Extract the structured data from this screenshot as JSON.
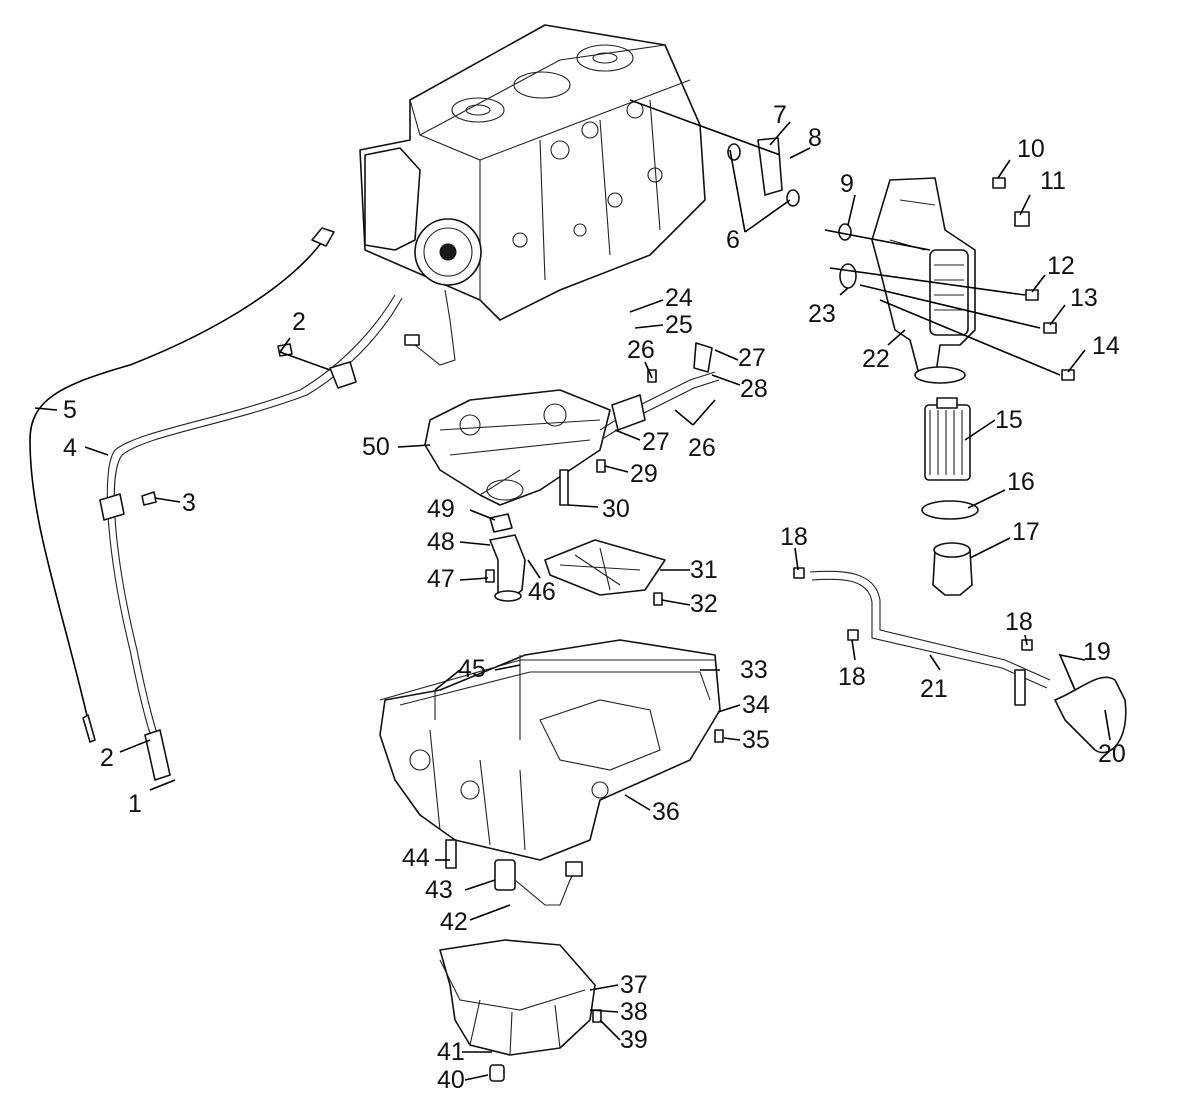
{
  "callouts": [
    {
      "id": "c1",
      "text": "1"
    },
    {
      "id": "c2a",
      "text": "2"
    },
    {
      "id": "c2b",
      "text": "2"
    },
    {
      "id": "c3",
      "text": "3"
    },
    {
      "id": "c4",
      "text": "4"
    },
    {
      "id": "c5",
      "text": "5"
    },
    {
      "id": "c6",
      "text": "6"
    },
    {
      "id": "c7",
      "text": "7"
    },
    {
      "id": "c8",
      "text": "8"
    },
    {
      "id": "c9",
      "text": "9"
    },
    {
      "id": "c10",
      "text": "10"
    },
    {
      "id": "c11",
      "text": "11"
    },
    {
      "id": "c12",
      "text": "12"
    },
    {
      "id": "c13",
      "text": "13"
    },
    {
      "id": "c14",
      "text": "14"
    },
    {
      "id": "c15",
      "text": "15"
    },
    {
      "id": "c16",
      "text": "16"
    },
    {
      "id": "c17",
      "text": "17"
    },
    {
      "id": "c18a",
      "text": "18"
    },
    {
      "id": "c18b",
      "text": "18"
    },
    {
      "id": "c18c",
      "text": "18"
    },
    {
      "id": "c19",
      "text": "19"
    },
    {
      "id": "c20",
      "text": "20"
    },
    {
      "id": "c21",
      "text": "21"
    },
    {
      "id": "c22",
      "text": "22"
    },
    {
      "id": "c23",
      "text": "23"
    },
    {
      "id": "c24",
      "text": "24"
    },
    {
      "id": "c25",
      "text": "25"
    },
    {
      "id": "c26a",
      "text": "26"
    },
    {
      "id": "c26b",
      "text": "26"
    },
    {
      "id": "c27a",
      "text": "27"
    },
    {
      "id": "c27b",
      "text": "27"
    },
    {
      "id": "c28",
      "text": "28"
    },
    {
      "id": "c29",
      "text": "29"
    },
    {
      "id": "c30",
      "text": "30"
    },
    {
      "id": "c31",
      "text": "31"
    },
    {
      "id": "c32",
      "text": "32"
    },
    {
      "id": "c33",
      "text": "33"
    },
    {
      "id": "c34",
      "text": "34"
    },
    {
      "id": "c35",
      "text": "35"
    },
    {
      "id": "c36",
      "text": "36"
    },
    {
      "id": "c37",
      "text": "37"
    },
    {
      "id": "c38",
      "text": "38"
    },
    {
      "id": "c39",
      "text": "39"
    },
    {
      "id": "c40",
      "text": "40"
    },
    {
      "id": "c41",
      "text": "41"
    },
    {
      "id": "c42",
      "text": "42"
    },
    {
      "id": "c43",
      "text": "43"
    },
    {
      "id": "c44",
      "text": "44"
    },
    {
      "id": "c45",
      "text": "45"
    },
    {
      "id": "c46",
      "text": "46"
    },
    {
      "id": "c47",
      "text": "47"
    },
    {
      "id": "c48",
      "text": "48"
    },
    {
      "id": "c49",
      "text": "49"
    },
    {
      "id": "c50",
      "text": "50"
    }
  ]
}
